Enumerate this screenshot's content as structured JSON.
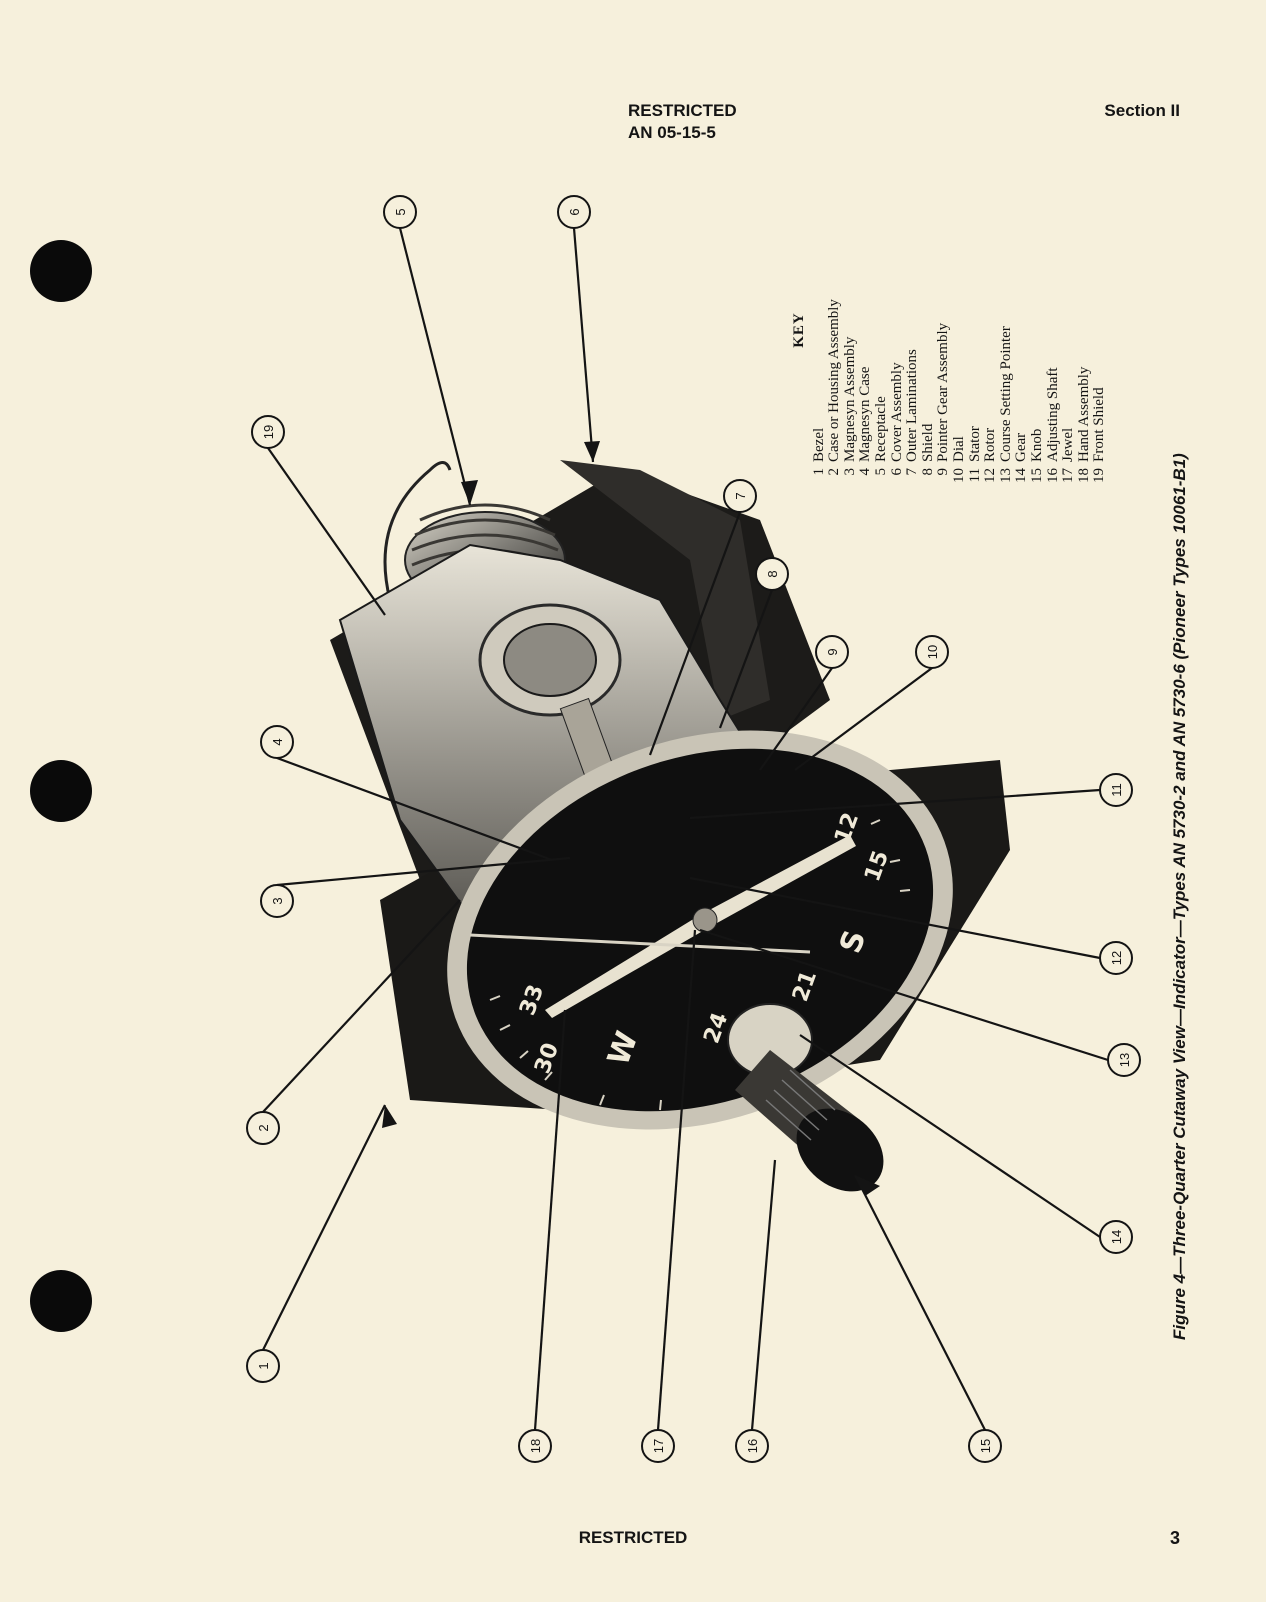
{
  "header": {
    "left_line1": "RESTRICTED",
    "left_line2": "AN 05-15-5",
    "right": "Section II"
  },
  "key": {
    "title": "KEY",
    "items": [
      {
        "n": "1",
        "label": "Bezel"
      },
      {
        "n": "2",
        "label": "Case or Housing Assembly"
      },
      {
        "n": "3",
        "label": "Magnesyn Assembly"
      },
      {
        "n": "4",
        "label": "Magnesyn Case"
      },
      {
        "n": "5",
        "label": "Receptacle"
      },
      {
        "n": "6",
        "label": "Cover Assembly"
      },
      {
        "n": "7",
        "label": "Outer Laminations"
      },
      {
        "n": "8",
        "label": "Shield"
      },
      {
        "n": "9",
        "label": "Pointer Gear Assembly"
      },
      {
        "n": "10",
        "label": "Dial"
      },
      {
        "n": "11",
        "label": "Stator"
      },
      {
        "n": "12",
        "label": "Rotor"
      },
      {
        "n": "13",
        "label": "Course Setting Pointer"
      },
      {
        "n": "14",
        "label": "Gear"
      },
      {
        "n": "15",
        "label": "Knob"
      },
      {
        "n": "16",
        "label": "Adjusting Shaft"
      },
      {
        "n": "17",
        "label": "Jewel"
      },
      {
        "n": "18",
        "label": "Hand Assembly"
      },
      {
        "n": "19",
        "label": "Front Shield"
      }
    ]
  },
  "caption": "Figure 4—Three-Quarter Cutaway View—Indicator—Types AN 5730-2 and AN 5730-6 (Pioneer Types 10061-B1)",
  "dial_labels": [
    "33",
    "30",
    "W",
    "24",
    "21",
    "S",
    "15",
    "12"
  ],
  "callouts": [
    "1",
    "2",
    "3",
    "4",
    "5",
    "6",
    "7",
    "8",
    "9",
    "10",
    "11",
    "12",
    "13",
    "14",
    "15",
    "16",
    "17",
    "18",
    "19"
  ],
  "footer": {
    "center": "RESTRICTED",
    "page": "3"
  }
}
